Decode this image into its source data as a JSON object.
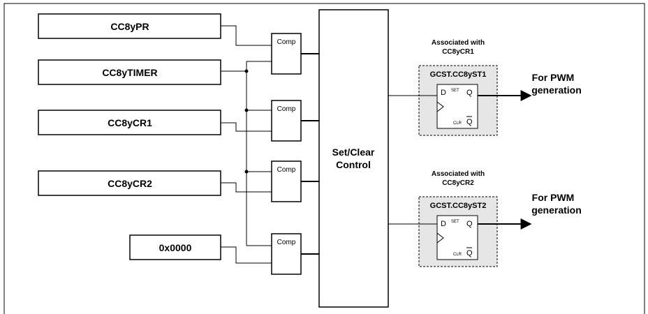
{
  "registers": {
    "pr": "CC8yPR",
    "timer": "CC8yTIMER",
    "cr1": "CC8yCR1",
    "cr2": "CC8yCR2",
    "zero": "0x0000"
  },
  "comparator_label": "Comp",
  "control": {
    "line1": "Set/Clear",
    "line2": "Control"
  },
  "flipflops": [
    {
      "assoc_line1": "Associated with",
      "assoc_line2": "CC8yCR1",
      "title": "GCST.CC8yST1",
      "pin_d": "D",
      "pin_set": "SET",
      "pin_q": "Q",
      "pin_clr": "CLR",
      "pin_qbar": "Q",
      "output_line1": "For PWM",
      "output_line2": "generation"
    },
    {
      "assoc_line1": "Associated with",
      "assoc_line2": "CC8yCR2",
      "title": "GCST.CC8yST2",
      "pin_d": "D",
      "pin_set": "SET",
      "pin_q": "Q",
      "pin_clr": "CLR",
      "pin_qbar": "Q",
      "output_line1": "For PWM",
      "output_line2": "generation"
    }
  ]
}
